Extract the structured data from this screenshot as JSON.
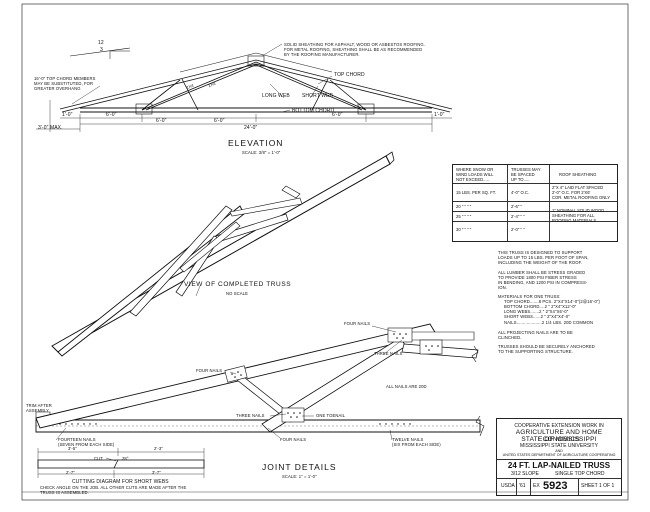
{
  "elevation": {
    "pitch_rise": "3",
    "pitch_run": "12",
    "sheathing_note": [
      "SOLID SHEATHING FOR ASPHALT, WOOD OR ASBESTOS ROOFING.",
      "FOR METAL ROOFING, SHEATHING SHALL BE AS RECOMMENDED",
      "BY THE ROOFING MANUFACTURER."
    ],
    "overhang_note": [
      "16'-0\" TOP CHORD MEMBERS",
      "MAY BE SUBSTITUTED, FOR",
      "GREATER OVERHANG"
    ],
    "top_chord": "TOP CHORD",
    "long_web": "LONG WEB",
    "short_web": "SHORT WEB",
    "bottom_chord": "BOTTOM CHORD",
    "web_label_left": "2x4",
    "web_label_right": "2x4",
    "dims": {
      "d1": "1'-0\"",
      "d2": "6'-0\"",
      "d3": "6'-0\"",
      "d4": "6'-0\"",
      "d5": "6'-0\"",
      "d6": "1'-0\"",
      "span": "24'-0\"",
      "overhang": "3'-0\" MAX."
    },
    "title": "ELEVATION",
    "scale": "SCALE: 3/8\" = 1'-0\""
  },
  "view": {
    "title": "VIEW OF COMPLETED TRUSS",
    "scale": "NO SCALE"
  },
  "table": {
    "headers": [
      [
        "WHERE SNOW OR",
        "WIND LOADS WILL",
        "NOT EXCEED....."
      ],
      [
        "TRUSSES MAY",
        "BE SPACED",
        "UP TO....."
      ],
      [
        "ROOF SHEATHING"
      ]
    ],
    "rows": [
      {
        "load": "15 LBS. PER SQ. FT.",
        "spacing": "4'-0\" O.C.",
        "sheathing": [
          "2\"x 4\" LAID FLAT SPACED",
          "2'-0\" O.C. FOR 2'x6'",
          "COR. METAL ROOFING ONLY"
        ]
      },
      {
        "load": "20 \"  \"  \"  \"",
        "spacing": "2'-6\" \"",
        "sheathing": [
          "1\" NOMINAL SOLID WOOD",
          "SHEATHING FOR ALL",
          "ROOFING MATERIALS"
        ]
      },
      {
        "load": "25 \"  \"  \"  \"",
        "spacing": "2'-4\" \" \"",
        "sheathing": []
      },
      {
        "load": "30 \"  \"  \"  \"",
        "spacing": "2'-0\" \" \"",
        "sheathing": []
      }
    ]
  },
  "notes": {
    "design": [
      "THIS TRUSS IS DESIGNED TO SUPPORT",
      "LOADS UP TO 15 LBS. PER FOOT OF SPAN,",
      "INCLUDING THE WEIGHT OF THE ROOF."
    ],
    "lumber": [
      "ALL LUMBER SHALL BE STRESS GRADED",
      "TO PROVIDE 1800 PSI FIBER STRESS",
      "IN BENDING, AND 1200 PSI IN COMPRESS-",
      "ION."
    ],
    "materials_title": "MATERIALS FOR ONE TRUSS:",
    "materials": [
      "TOP CHORD.......8 PCS. 2\"x4\"x14'-0\"(2@16'-0\")",
      "BOTTOM CHORD....2 \"   2\"x4\"x12'-0\"",
      "LONG WEBS.......2 \"   2\"x4\"x6'-0\"",
      "SHORT WEBS......2 \"   2\"x4\"x4'-0\""
    ],
    "nails": "NAILS....................2 1/4 LBS. 20d COMMON",
    "projecting": [
      "ALL PROJECTING NAILS ARE TO BE",
      "CLINCHED."
    ],
    "anchored": [
      "TRUSSES SHOULD BE SECURELY ANCHORED",
      "TO THE SUPPORTING STRUCTURE."
    ]
  },
  "joint": {
    "four_nails_top": "FOUR NAILS",
    "three_nails_top": "THREE NAILS",
    "four_nails_left": "FOUR NAILS",
    "all_nails": "ALL NAILS ARE 20d",
    "trim_after": [
      "TRIM AFTER",
      "ASSEMBLY"
    ],
    "fourteen_nails": [
      "FOURTEEN NAILS",
      "(SEVEN FROM EACH SIDE)"
    ],
    "three_nails_bottom": "THREE NAILS",
    "one_toenail": "ONE TOENAIL",
    "four_nails_bottom": "FOUR NAILS",
    "twelve_nails": [
      "TWELVE NAILS",
      "(SIX FROM EACH SIDE)"
    ],
    "title": "JOINT DETAILS",
    "scale": "SCALE: 1\" = 1'-0\""
  },
  "cutting": {
    "dim_top_left": "3'-5\"",
    "dim_top_right": "2'-3\"",
    "cut_label": "CUT",
    "angle": "28°",
    "dim_bottom_left": "2'-7\"",
    "dim_bottom_right": "3'-7\"",
    "title": "CUTTING DIAGRAM FOR SHORT WEBS",
    "note": [
      "CHECK ANGLE ON THE JOB. ALL OTHER CUTS ARE MADE AFTER THE",
      "TRUSS IS ASSEMBLED."
    ]
  },
  "titleblock": {
    "line1": "COOPERATIVE EXTENSION WORK IN",
    "line2": "AGRICULTURE AND HOME ECONOMICS",
    "line3": "STATE OF MISSISSIPPI",
    "line4": "MISSISSIPPI STATE UNIVERSITY",
    "line5": "AND",
    "line6": "UNITED STATES DEPARTMENT OF AGRICULTURE COOPERATING",
    "drawing_title": "24 FT. LAP-NAILED TRUSS",
    "subtitle_left": "3/12 SLOPE",
    "subtitle_right": "SINGLE TOP CHORD",
    "agency": "USDA",
    "year": "'61",
    "prefix": "EX",
    "number": "5923",
    "sheet": "SHEET 1 OF 1"
  }
}
